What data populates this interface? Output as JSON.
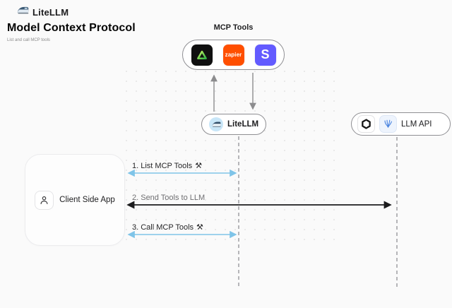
{
  "header": {
    "logo_text": "LiteLLM"
  },
  "title": "Model Context Protocol",
  "subtitle": "List and call MCP tools",
  "mcp_tools": {
    "label": "MCP Tools",
    "icons": [
      "green-triangle-tool",
      "zapier",
      "stripe"
    ],
    "zapier_text": "zapier",
    "stripe_text": "S"
  },
  "nodes": {
    "litellm": {
      "label": "LiteLLM"
    },
    "llm_api": {
      "label": "LLM API"
    },
    "client": {
      "label": "Client Side App"
    }
  },
  "sequence": {
    "step1": {
      "label": "1. List MCP Tools",
      "icon": "⚒"
    },
    "step2": {
      "label": "2. Send Tools to LLM"
    },
    "step3": {
      "label": "3. Call MCP Tools",
      "icon": "⚒"
    }
  },
  "colors": {
    "background": "#fafafa",
    "arrow_blue": "#7fc4e8",
    "arrow_black": "#1c1c1e",
    "connector_gray": "#8c8c8e",
    "lifeline_gray": "#a9a9ac",
    "zapier_orange": "#ff4f00",
    "stripe_indigo": "#635bff",
    "litellm_badge_blue": "#c8e6f8"
  }
}
